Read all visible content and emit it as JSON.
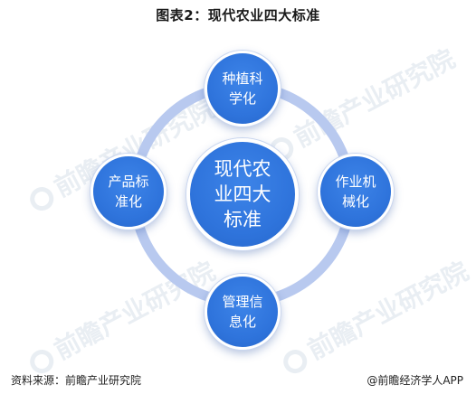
{
  "title": "图表2：现代农业四大标准",
  "diagram": {
    "center": "现代农业四大标准",
    "nodes": {
      "top": "种植科学化",
      "right": "作业机械化",
      "bottom": "管理信息化",
      "left": "产品标准化"
    },
    "colors": {
      "node_fill": "#2f74dc",
      "ring": "#b8c9ef"
    }
  },
  "watermark": {
    "text": "前瞻产业研究院"
  },
  "footer": {
    "source": "资料来源：前瞻产业研究院",
    "credit": "@前瞻经济学人APP"
  }
}
